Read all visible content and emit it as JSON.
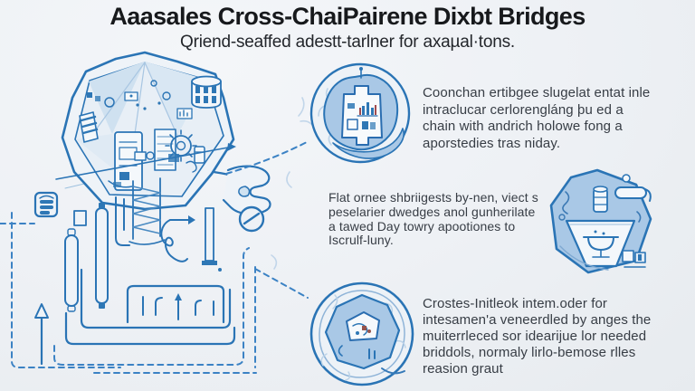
{
  "header": {
    "title": "Aaasales Cross-ChaiPairene Dixbt Bridges",
    "subtitle": "Qriend-seaffed adestt-tarlner for axaµal·tons."
  },
  "sections": {
    "top_right": {
      "icon": "chart-blob-circle-icon",
      "lines": [
        "Coonchan ertibgee slugelat entat inle",
        "intraclucar cerlorengláng þu ed a",
        "chain with andrich holowe fong a",
        "aporstedies tras niday."
      ]
    },
    "middle": {
      "icon": "funnel-hexagon-icon",
      "lines": [
        "Flat ornee shbriigests by-nen, viect s",
        "peselarier dwedges anol gunherilate",
        "a tawed Day towry apootiones to",
        "Iscrulf-luny."
      ]
    },
    "bottom": {
      "icon": "network-circle-icon",
      "lines": [
        "Crostes-Initleok intem.oder for",
        "intesamen'a veneerdled by anges the",
        "muiterrleced sor idearijue lor needed",
        "briddols, normaly lirlo-bemose rlles",
        "reasion graut"
      ]
    }
  },
  "diagram": {
    "name": "cross-chain-bridge-machine-illustration",
    "elements": [
      "shield-hexagon-core",
      "gear",
      "cylinder-module",
      "spring-coil",
      "pipe-maze",
      "storage-stack-icon",
      "prohibit-slash-icon",
      "up-arrow",
      "dashed-flow-lines"
    ]
  },
  "colors": {
    "accent_blue": "#2a74b5",
    "light_blue_fill": "#a9c8e6",
    "faint_sketch": "#bcd3e8",
    "title_text": "#17191c",
    "body_text": "#373d45",
    "background": "#eef1f5"
  }
}
